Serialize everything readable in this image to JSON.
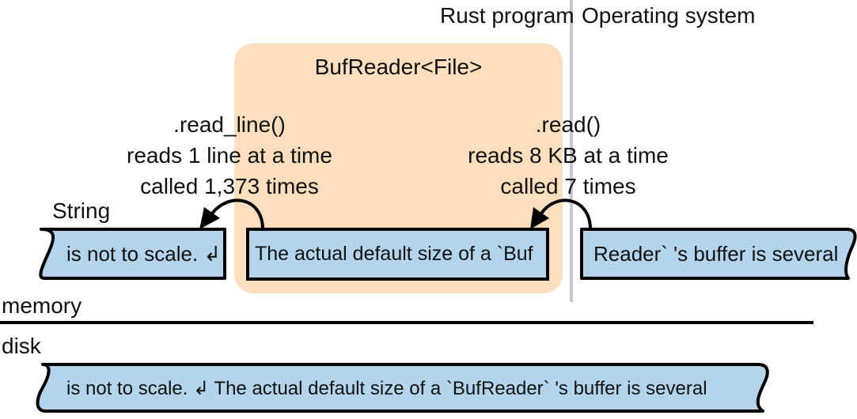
{
  "headers": {
    "rust_program": "Rust program",
    "operating_system": "Operating system"
  },
  "bufreader": {
    "title": "BufReader<File>"
  },
  "read_line_note": {
    "line1": ".read_line()",
    "line2": "reads 1 line at a time",
    "line3": "called 1,373 times"
  },
  "read_note": {
    "line1": ".read()",
    "line2": "reads 8 KB at a time",
    "line3": "called 7 times"
  },
  "string_label": "String",
  "memory_label": "memory",
  "disk_label": "disk",
  "buffers": {
    "string_buffer": "is not to scale. ↲",
    "bufreader_buffer": "The actual default size of a `Buf",
    "os_buffer": "Reader` 's buffer is several",
    "disk_file": "is not to scale. ↲ The actual default size of a `BufReader` 's buffer is several"
  },
  "colors": {
    "bufreader_bg": "#fddfbd",
    "buffer_fill": "#b3d4ea",
    "divider_gray": "#c8c8c8",
    "stroke": "#000000"
  }
}
